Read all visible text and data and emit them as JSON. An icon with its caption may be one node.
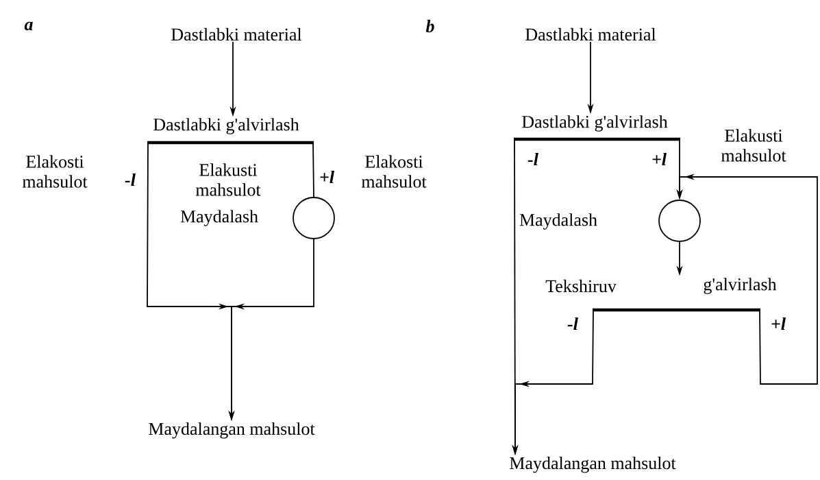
{
  "diagram": {
    "nodes": [
      {
        "text": [
          "Dastlabki material"
        ]
      },
      {
        "text": [
          "Dastlabki g'alvirlash"
        ]
      },
      {
        "text": [],
        "shape": "circle",
        "beside": [
          "Maydalash"
        ]
      },
      {
        "text": [
          "Maydalangan mahsulot"
        ]
      },
      {
        "text": [
          "Dastlabki material"
        ]
      },
      {
        "text": [
          "Dastlabki g'alvirlash"
        ]
      },
      {
        "text": [],
        "shape": "circle",
        "beside": [
          "Maydalash"
        ]
      },
      {
        "text": [
          "Tekshiruv",
          "g'alvirlash"
        ]
      },
      {
        "text": [
          "Maydalangan mahsulot"
        ]
      }
    ],
    "edges": [
      {
        "from": 0,
        "to": 1,
        "arrow": "to"
      },
      {
        "from": 1,
        "to": 3,
        "arrow": "to"
      },
      {
        "from": 1,
        "to": 2,
        "arrow": "none"
      },
      {
        "from": 2,
        "to": 3,
        "arrow": "to"
      },
      {
        "from": 4,
        "to": 5,
        "arrow": "to"
      },
      {
        "from": 5,
        "to": 6,
        "arrow": "to"
      },
      {
        "from": 7,
        "to": 6,
        "arrow": "to"
      },
      {
        "from": 6,
        "to": 7,
        "arrow": "to"
      },
      {
        "from": 7,
        "to": 8,
        "arrow": "to"
      },
      {
        "from": 5,
        "to": 8,
        "arrow": "to"
      }
    ],
    "labels": [
      "a",
      "b",
      "Elakosti mahsulot",
      "-l",
      "Elakusti mahsulot",
      "+l",
      "Elakosti mahsulot",
      "-l",
      "+l",
      "Elakusti mahsulot",
      "-l",
      "+l"
    ]
  }
}
